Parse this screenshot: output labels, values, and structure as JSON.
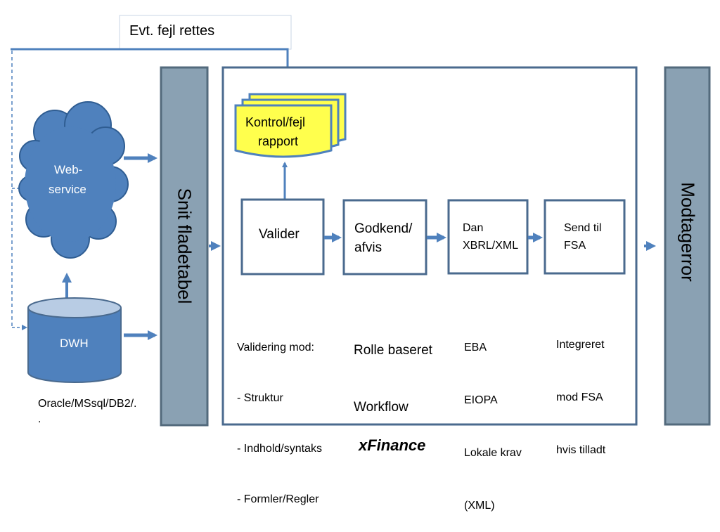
{
  "feedback": {
    "label": "Evt. fejl  rettes"
  },
  "webservice": {
    "line1": "Web-",
    "line2": "service"
  },
  "dwh": {
    "label": "DWH",
    "caption_line1": "Oracle/MSsql/DB2/.",
    "caption_line2": "."
  },
  "snit": {
    "label": "Snit fladetabel"
  },
  "modtager": {
    "label": "Modtagerror"
  },
  "report": {
    "line1": "Kontrol/fejl",
    "line2": "rapport"
  },
  "steps": [
    {
      "line1": "Valider",
      "line2": ""
    },
    {
      "line1": "Godkend/",
      "line2": "afvis"
    },
    {
      "line1": "Dan",
      "line2": "XBRL/XML"
    },
    {
      "line1": "Send til",
      "line2": "FSA"
    }
  ],
  "descriptions": {
    "valider": [
      "Validering mod:",
      "- Struktur",
      "- Indhold/syntaks",
      "- Formler/Regler"
    ],
    "godkend": [
      "Rolle baseret",
      "Workflow"
    ],
    "dan": [
      "EBA",
      "EIOPA",
      "Lokale krav",
      "(XML)"
    ],
    "send": [
      "Integreret",
      "mod FSA",
      "hvis tilladt"
    ]
  },
  "footer": {
    "label": "xFinance"
  },
  "colors": {
    "line": "#4f81bd",
    "cloud_fill": "#4f81bd",
    "bar_fill": "#8aa1b3",
    "bar_stroke": "#536a7c",
    "frame_stroke": "#4a6a8e",
    "report_fill": "#ffff4d"
  }
}
